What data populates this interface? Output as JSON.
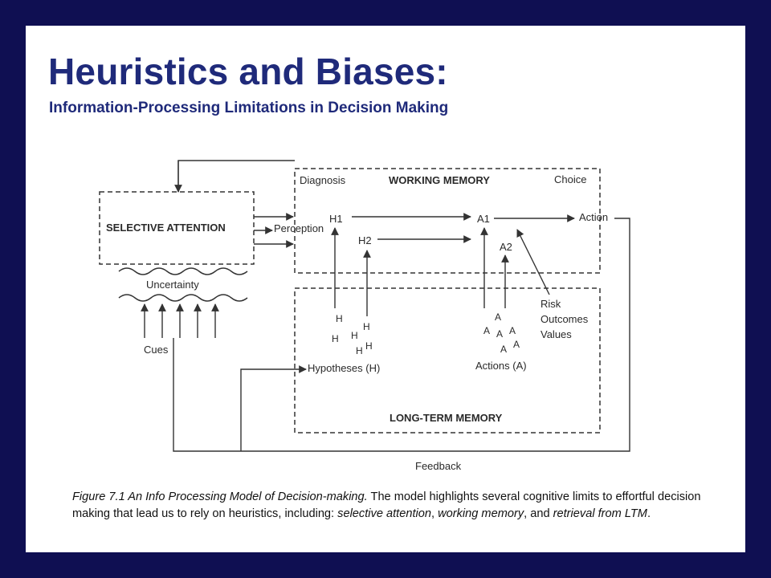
{
  "slide": {
    "title": "Heuristics and Biases:",
    "subtitle": "Information-Processing Limitations in Decision Making"
  },
  "diagram": {
    "selective_attention": "SELECTIVE ATTENTION",
    "working_memory": "WORKING MEMORY",
    "long_term_memory": "LONG-TERM MEMORY",
    "diagnosis": "Diagnosis",
    "choice": "Choice",
    "perception": "Perception",
    "action": "Action",
    "h1": "H1",
    "h2": "H2",
    "a1": "A1",
    "a2": "A2",
    "uncertainty": "Uncertainty",
    "cues": "Cues",
    "risk": "Risk",
    "outcomes": "Outcomes",
    "values": "Values",
    "hypotheses": "Hypotheses (H)",
    "actions": "Actions (A)",
    "feedback": "Feedback",
    "h_glyph": "H",
    "a_glyph": "A"
  },
  "caption": {
    "fig_label": "Figure 7.1  An Info Processing Model of Decision-making.",
    "text_1": "   The model highlights several cognitive limits to effortful decision making that lead us to rely on heuristics, including:  ",
    "em_1": "selective attention",
    "sep_1": ", ",
    "em_2": "working memory",
    "sep_2": ", and ",
    "em_3": "retrieval from LTM",
    "end": "."
  }
}
